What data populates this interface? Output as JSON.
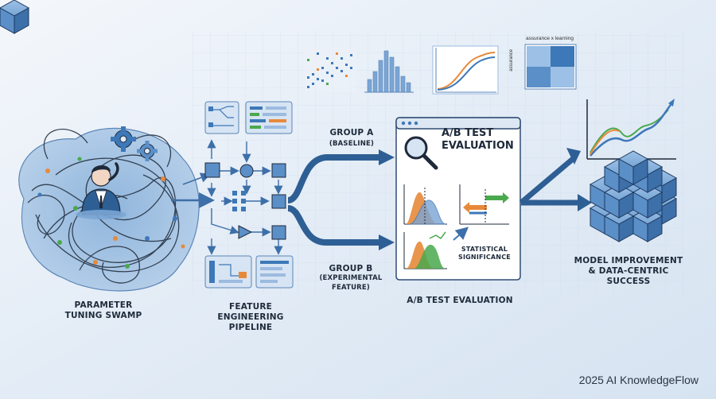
{
  "labels": {
    "parameter": [
      "PARAMETER",
      "TUNING SWAMP"
    ],
    "feature": [
      "FEATURE",
      "ENGINEERING",
      "PIPELINE"
    ],
    "group_a": [
      "GROUP A",
      "(BASELINE)"
    ],
    "group_b": [
      "GROUP B",
      "(EXPERIMENTAL",
      "FEATURE)"
    ],
    "window_title": [
      "A/B TEST",
      "EVALUATION"
    ],
    "stat": [
      "STATISTICAL",
      "SIGNIFICANCE"
    ],
    "ab_bottom": "A/B TEST EVALUATION",
    "model": [
      "MODEL IMPROVEMENT",
      "& DATA-CENTRIC",
      "SUCCESS"
    ]
  },
  "heatmap": {
    "top_label": "assurance x learning",
    "side_label": "assurance"
  },
  "footer": "2025 AI KnowledgeFlow",
  "colors": {
    "accent": "#3d78b8",
    "orange": "#e8893a",
    "green": "#4aa84e",
    "navy": "#1e2a3a"
  }
}
